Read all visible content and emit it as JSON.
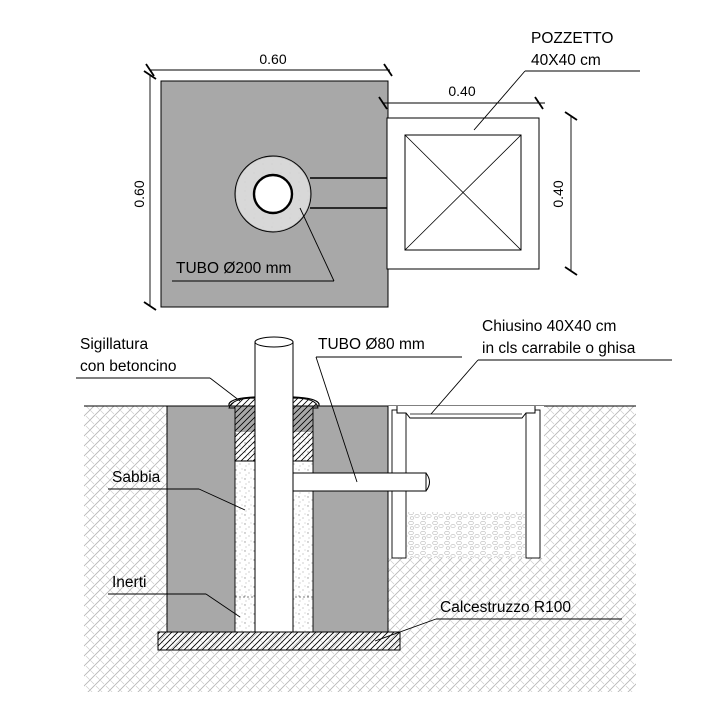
{
  "plan": {
    "width_dim": "0.60",
    "height_dim": "0.60",
    "pozzetto_width_dim": "0.40",
    "pozzetto_height_dim": "0.40",
    "pozzetto_title": "POZZETTO",
    "pozzetto_size": "40X40 cm",
    "tubo_label": "TUBO Ø200 mm"
  },
  "section": {
    "sigillatura_line1": "Sigillatura",
    "sigillatura_line2": "con betoncino",
    "tubo_label": "TUBO Ø80 mm",
    "chiusino_line1": "Chiusino 40X40 cm",
    "chiusino_line2": "in cls carrabile o ghisa",
    "sabbia_label": "Sabbia",
    "inerti_label": "Inerti",
    "calcestruzzo_label": "Calcestruzzo R100"
  },
  "colors": {
    "concrete_fill": "#a8a8a8",
    "ink": "#000000",
    "background": "#ffffff"
  }
}
